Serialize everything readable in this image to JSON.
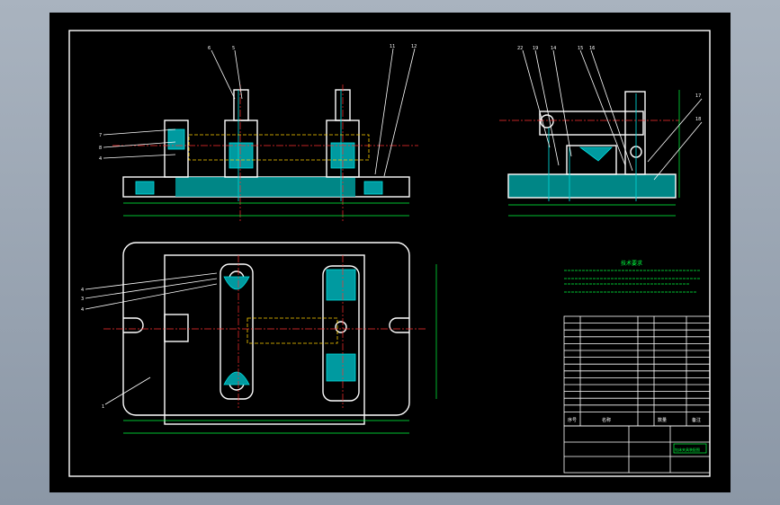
{
  "sheet": {
    "background": "#000000",
    "border_color": "#ffffff"
  },
  "colors": {
    "outline": "#ffffff",
    "section": "#00d0d0",
    "centerline": "#ff3030",
    "hidden": "#ffd000",
    "dimension": "#00ff40"
  },
  "front_view": {
    "callouts": [
      "6",
      "5",
      "11",
      "12"
    ],
    "left_callouts": [
      "7",
      "8",
      "4"
    ]
  },
  "side_view": {
    "callouts": [
      "22",
      "19",
      "14",
      "15",
      "16"
    ],
    "right_callouts": [
      "17",
      "18"
    ]
  },
  "top_view": {
    "left_callouts": [
      "4",
      "3",
      "4"
    ],
    "base_callout": "1"
  },
  "notes": {
    "title": "技术要求"
  },
  "title_block": {
    "col_no": "序号",
    "col_name": "名称",
    "col_qty": "数量",
    "col_note": "备注",
    "drawing_title": "钻床夹具装配图"
  }
}
